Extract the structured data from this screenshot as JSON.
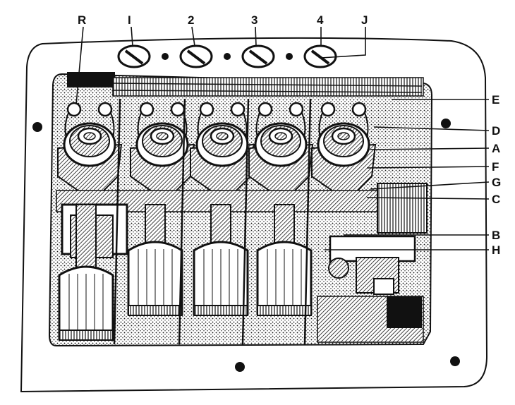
{
  "figure": {
    "top_labels": [
      "R",
      "I",
      "2",
      "3",
      "4",
      "J"
    ],
    "right_labels": [
      "E",
      "D",
      "A",
      "F",
      "G",
      "C",
      "B",
      "H"
    ]
  },
  "parts": {
    "coil_count": 5,
    "adjuster_knob_count": 4,
    "cylinder_count": 4
  },
  "colors": {
    "ink": "#111111",
    "paper": "#ffffff"
  }
}
